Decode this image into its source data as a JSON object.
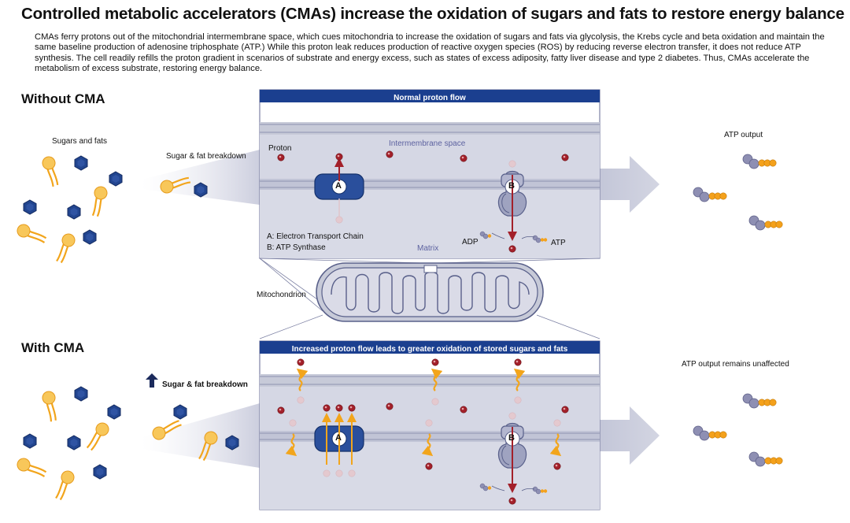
{
  "title": "Controlled metabolic accelerators (CMAs) increase the oxidation of sugars and fats to restore energy balance",
  "subtitle": "CMAs ferry protons out of the mitochondrial intermembrane space, which cues mitochondria to increase the oxidation of sugars and fats via glycolysis, the Krebs cycle and beta oxidation and maintain the same baseline production of adenosine triphosphate (ATP.) While this proton leak reduces production of reactive oxygen species (ROS) by reducing reverse electron transfer, it does not reduce ATP synthesis. The cell readily refills the proton gradient in scenarios of substrate and energy excess, such as states of excess adiposity, fatty liver disease and type 2 diabetes. Thus, CMAs accelerate the metabolism of excess substrate, restoring energy balance.",
  "top": {
    "section_title": "Without CMA",
    "panel_header": "Normal proton flow",
    "sugars_fats": "Sugars and fats",
    "breakdown": "Sugar & fat breakdown",
    "proton": "Proton",
    "intermembrane": "Intermembrane space",
    "matrix": "Matrix",
    "legend_a": "A: Electron Transport Chain",
    "legend_b": "B: ATP Synthase",
    "adp": "ADP",
    "atp": "ATP",
    "atp_output": "ATP output",
    "label_a": "A",
    "label_b": "B"
  },
  "middle": {
    "mitochondrion": "Mitochondrion"
  },
  "bottom": {
    "section_title": "With CMA",
    "panel_header": "Increased proton flow leads to greater oxidation of stored sugars and fats",
    "breakdown": "Sugar & fat breakdown",
    "atp_output": "ATP output remains unaffected",
    "label_a": "A",
    "label_b": "B"
  },
  "colors": {
    "panel_header": "#1b3f8f",
    "membrane_bg": "#c7cad8",
    "membrane_line": "#8d92b0",
    "complex_blue": "#2a4f9c",
    "proton_red": "#a3202a",
    "arrow_yellow": "#f2a51c",
    "lipid_yellow": "#f6c54a",
    "hexagon_blue": "#22458f",
    "atp_gray": "#8e8fb3",
    "atp_orange": "#f4a11b"
  }
}
